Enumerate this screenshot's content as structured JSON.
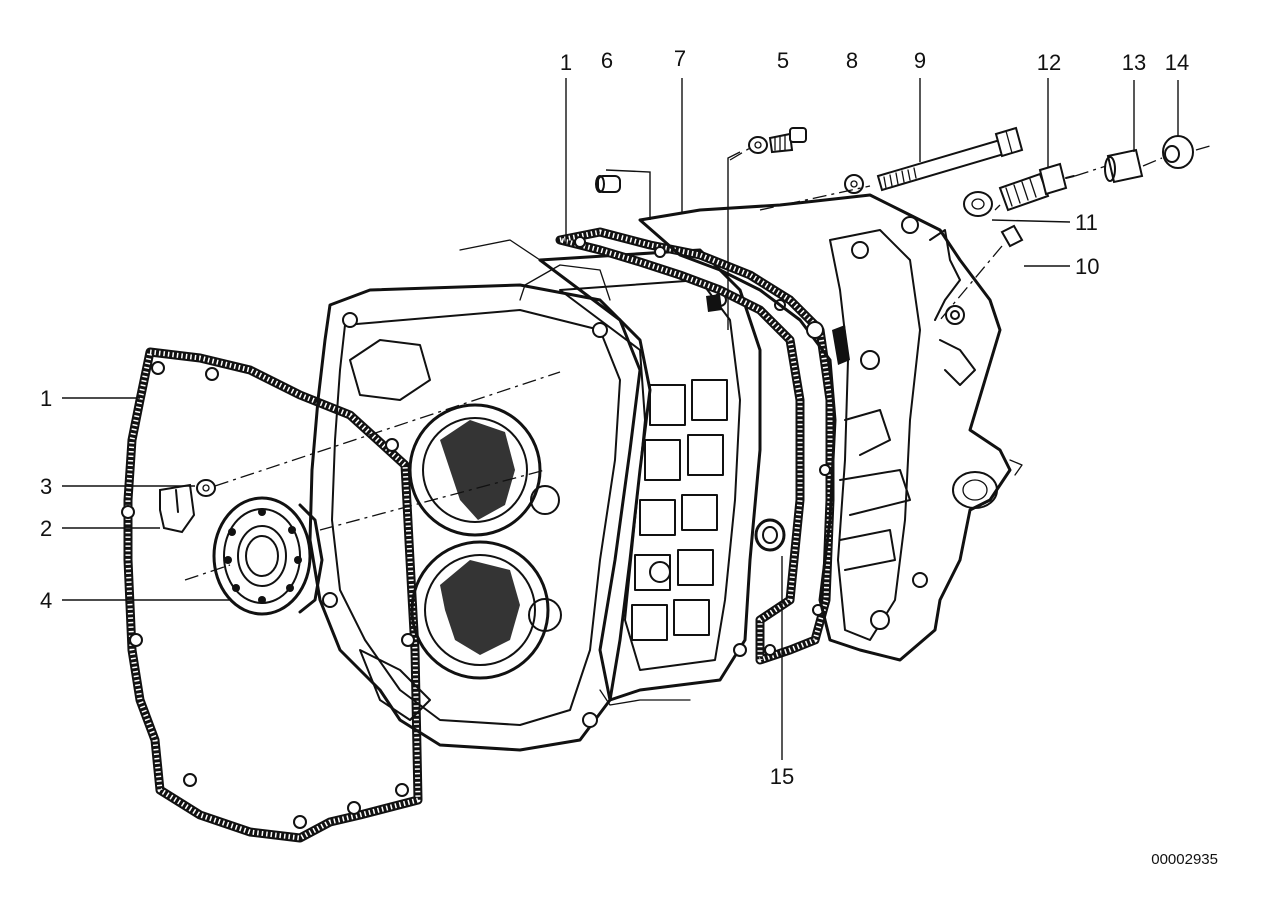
{
  "diagram": {
    "reference_number": "00002935",
    "callouts": [
      {
        "id": "c1a",
        "label": "1"
      },
      {
        "id": "c6",
        "label": "6"
      },
      {
        "id": "c7",
        "label": "7"
      },
      {
        "id": "c5",
        "label": "5"
      },
      {
        "id": "c8",
        "label": "8"
      },
      {
        "id": "c9",
        "label": "9"
      },
      {
        "id": "c12",
        "label": "12"
      },
      {
        "id": "c13",
        "label": "13"
      },
      {
        "id": "c14",
        "label": "14"
      },
      {
        "id": "c11",
        "label": "11"
      },
      {
        "id": "c10",
        "label": "10"
      },
      {
        "id": "c1b",
        "label": "1"
      },
      {
        "id": "c3",
        "label": "3"
      },
      {
        "id": "c2",
        "label": "2"
      },
      {
        "id": "c4",
        "label": "4"
      },
      {
        "id": "c15",
        "label": "15"
      }
    ]
  }
}
